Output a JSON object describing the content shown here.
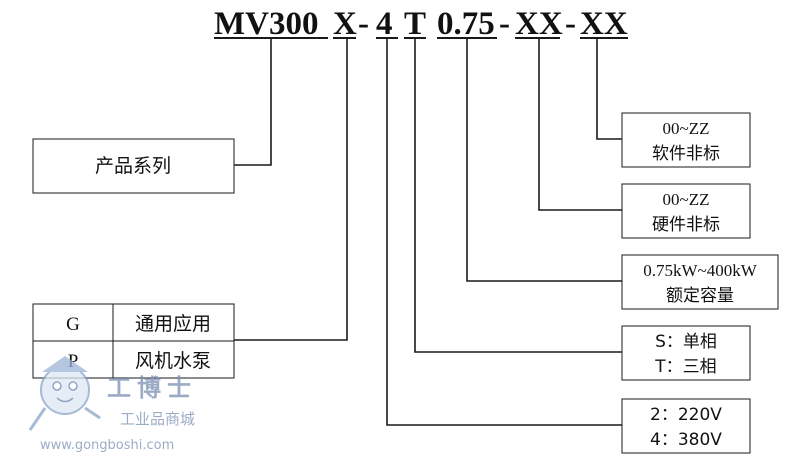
{
  "model_code": {
    "segments": [
      {
        "id": "series",
        "text": "MV300"
      },
      {
        "id": "application",
        "text": "X"
      },
      {
        "id": "dash1",
        "text": "-"
      },
      {
        "id": "voltage",
        "text": "4"
      },
      {
        "id": "phase",
        "text": "T"
      },
      {
        "id": "capacity",
        "text": "0.75"
      },
      {
        "id": "dash2",
        "text": "-"
      },
      {
        "id": "hardware",
        "text": "XX"
      },
      {
        "id": "dash3",
        "text": "-"
      },
      {
        "id": "software",
        "text": "XX"
      }
    ]
  },
  "boxes": {
    "series": {
      "label": "产品系列"
    },
    "application": {
      "rows": [
        {
          "code": "G",
          "desc": "通用应用"
        },
        {
          "code": "P",
          "desc": "风机水泵"
        }
      ]
    },
    "software": {
      "line1": "00~ZZ",
      "line2": "软件非标"
    },
    "hardware": {
      "line1": "00~ZZ",
      "line2": "硬件非标"
    },
    "capacity": {
      "line1": "0.75kW~400kW",
      "line2": "额定容量"
    },
    "phase": {
      "line1": "S：单相",
      "line2": "T：三相"
    },
    "voltage": {
      "line1": "2：220V",
      "line2": "4：380V"
    }
  },
  "watermark": {
    "brand": "工博士",
    "tagline": "工业品商城",
    "url": "www.gongboshi.com"
  },
  "colors": {
    "line": "#1a1a1a",
    "text": "#111111",
    "watermark": "#7a8fb4"
  }
}
